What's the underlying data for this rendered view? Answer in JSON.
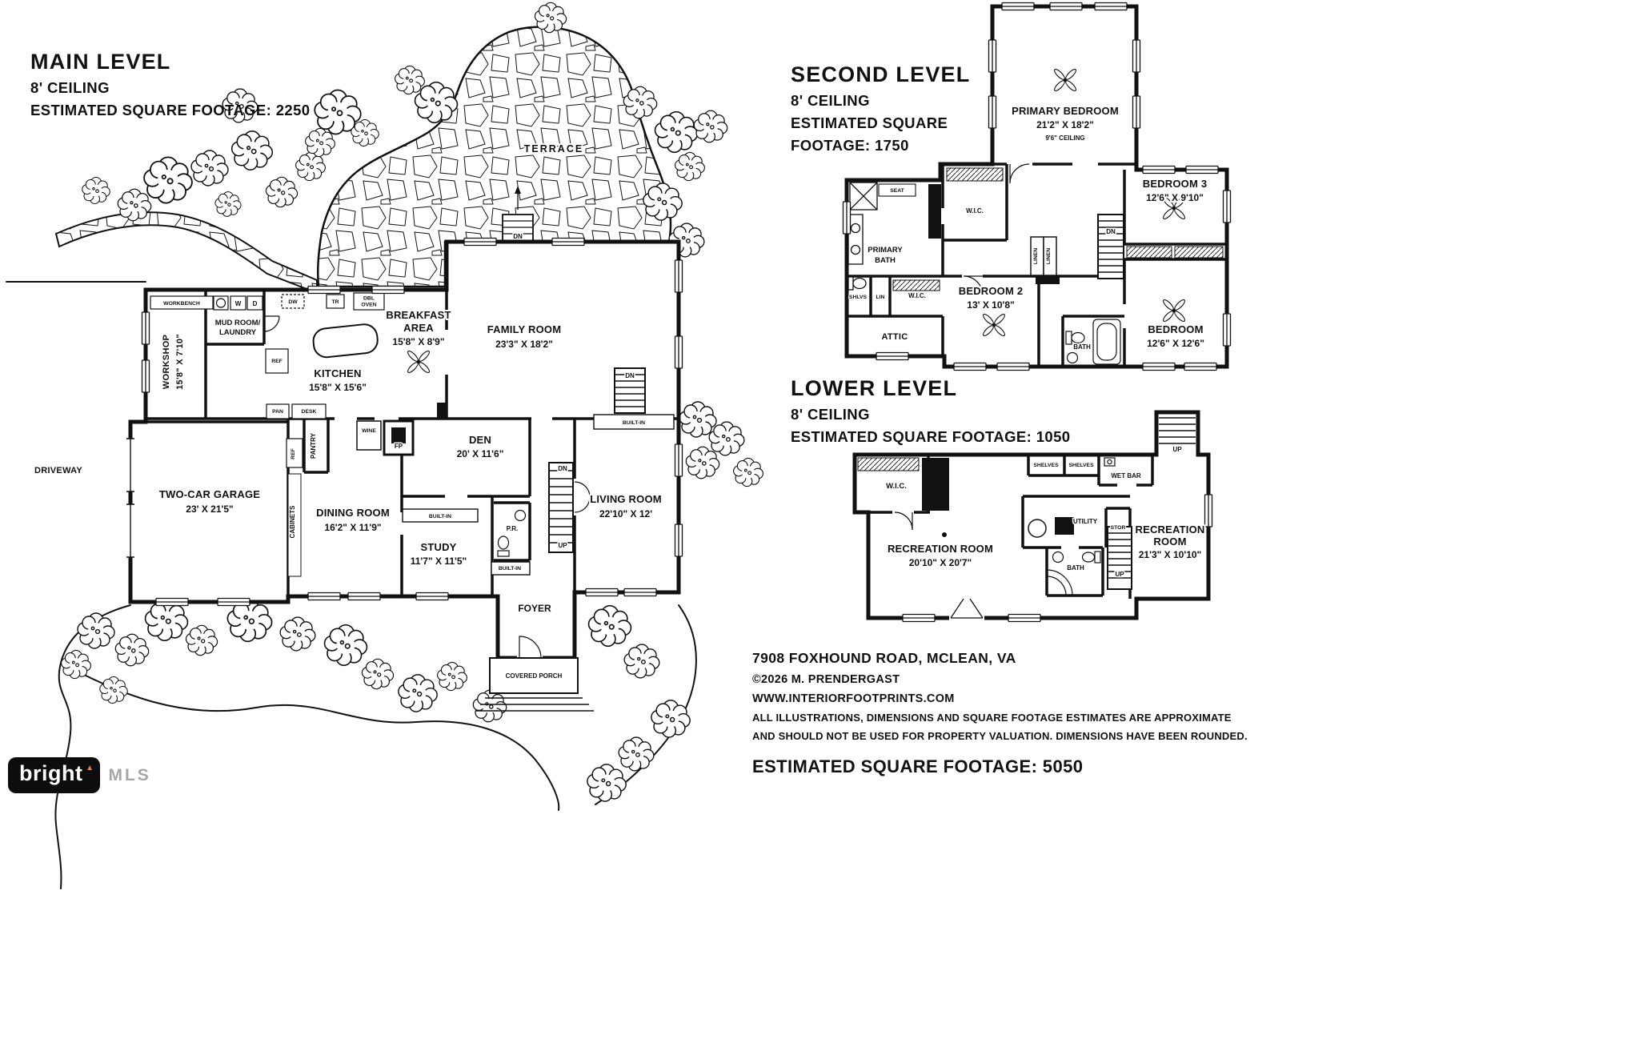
{
  "titles": {
    "main": {
      "name": "MAIN LEVEL",
      "ceiling": "8' CEILING",
      "sqft": "ESTIMATED SQUARE FOOTAGE: 2250"
    },
    "second": {
      "name": "SECOND LEVEL",
      "ceiling": "8' CEILING",
      "sqft1": "ESTIMATED SQUARE",
      "sqft2": "FOOTAGE: 1750"
    },
    "lower": {
      "name": "LOWER LEVEL",
      "ceiling": "8' CEILING",
      "sqft": "ESTIMATED SQUARE FOOTAGE: 1050"
    }
  },
  "main": {
    "terrace": "TERRACE",
    "driveway": "DRIVEWAY",
    "workbench": "WORKBENCH",
    "washer": "W",
    "dryer": "D",
    "mudroom1": "MUD ROOM/",
    "mudroom2": "LAUNDRY",
    "dw": "DW",
    "tr": "TR",
    "dbl": "DBL",
    "oven": "OVEN",
    "ref1": "REF",
    "ref2": "REF",
    "breakfast1": "BREAKFAST",
    "breakfast2": "AREA",
    "breakfast_dims": "15'8\" X 8'9\"",
    "family": "FAMILY ROOM",
    "family_dims": "23'3\" X 18'2\"",
    "workshop": "WORKSHOP",
    "workshop_dims": "15'8\" X 7'10\"",
    "kitchen": "KITCHEN",
    "kitchen_dims": "15'8\" X 15'6\"",
    "pan": "PAN",
    "desk": "DESK",
    "pantry": "PANTRY",
    "wine": "WINE",
    "fp": "FP",
    "den": "DEN",
    "den_dims": "20' X 11'6\"",
    "garage": "TWO-CAR GARAGE",
    "garage_dims": "23' X 21'5\"",
    "cabinets": "CABINETS",
    "dining": "DINING ROOM",
    "dining_dims": "16'2\" X 11'9\"",
    "study": "STUDY",
    "study_dims": "11'7\" X 11'5\"",
    "pr": "P.R.",
    "builtin1": "BUILT-IN",
    "builtin2": "BUILT-IN",
    "builtin3": "BUILT-IN",
    "living": "LIVING ROOM",
    "living_dims": "22'10\" X 12'",
    "foyer": "FOYER",
    "porch": "COVERED PORCH",
    "dn1": "DN",
    "dn2": "DN",
    "dn3": "DN",
    "up1": "UP"
  },
  "second": {
    "primary": "PRIMARY BEDROOM",
    "primary_dims": "21'2\" X 18'2\"",
    "primary_ceiling": "9'6\" CEILING",
    "seat": "SEAT",
    "wic1": "W.I.C.",
    "wic2": "W.I.C.",
    "bed3": "BEDROOM 3",
    "bed3_dims": "12'6\" X 9'10\"",
    "pbath1": "PRIMARY",
    "pbath2": "BATH",
    "linen1": "LINEN",
    "linen2": "LINEN",
    "lin": "LIN",
    "shlvs": "SHLVS",
    "bed2": "BEDROOM 2",
    "bed2_dims": "13' X 10'8\"",
    "attic": "ATTIC",
    "bath": "BATH",
    "bed": "BEDROOM",
    "bed_dims": "12'6\" X 12'6\"",
    "dn": "DN"
  },
  "lower": {
    "wic": "W.I.C.",
    "shelves1": "SHELVES",
    "shelves2": "SHELVES",
    "wetbar": "WET BAR",
    "rec1": "RECREATION ROOM",
    "rec1_dims": "20'10\" X 20'7\"",
    "utility": "UTILITY",
    "stor": "STOR",
    "bath": "BATH",
    "rec2a": "RECREATION",
    "rec2b": "ROOM",
    "rec2_dims": "21'3\" X 10'10\"",
    "up1": "UP",
    "up2": "UP"
  },
  "footer": {
    "address": "7908 FOXHOUND ROAD, MCLEAN, VA",
    "copyright": "©2026 M. PRENDERGAST",
    "website": "WWW.INTERIORFOOTPRINTS.COM",
    "disclaimer1": "ALL ILLUSTRATIONS, DIMENSIONS AND SQUARE FOOTAGE ESTIMATES ARE APPROXIMATE",
    "disclaimer2": "AND  SHOULD NOT BE USED FOR PROPERTY VALUATION. DIMENSIONS HAVE BEEN ROUNDED.",
    "total": "ESTIMATED SQUARE FOOTAGE: 5050"
  },
  "logo": {
    "brand": "bright",
    "triangle": "▲",
    "suffix": "MLS"
  }
}
